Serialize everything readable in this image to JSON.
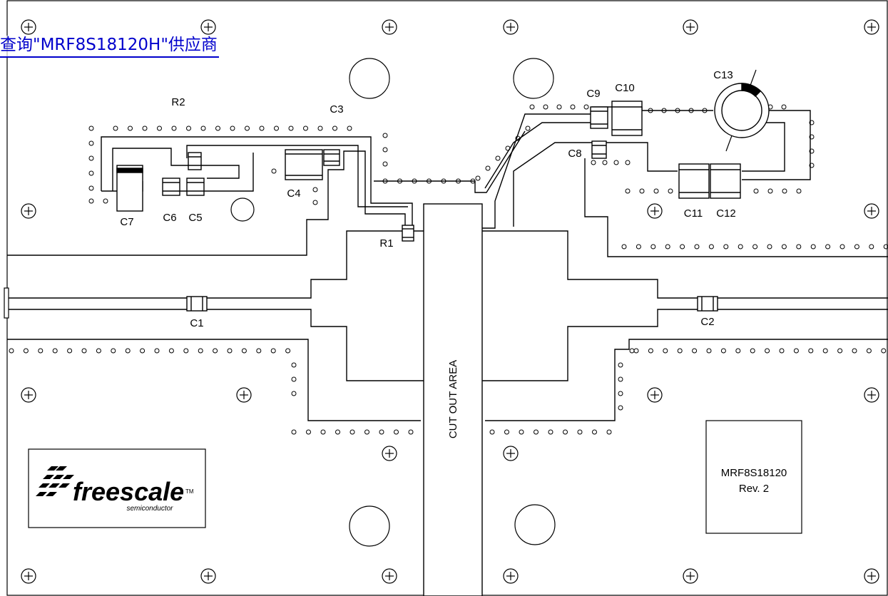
{
  "header": {
    "link_text": "查询\"MRF8S18120H\"供应商"
  },
  "components": {
    "C1": "C1",
    "C2": "C2",
    "C3": "C3",
    "C4": "C4",
    "C5": "C5",
    "C6": "C6",
    "C7": "C7",
    "C8": "C8",
    "C9": "C9",
    "C10": "C10",
    "C11": "C11",
    "C12": "C12",
    "C13": "C13",
    "R1": "R1",
    "R2": "R2"
  },
  "cutout_label": "CUT OUT AREA",
  "logo": {
    "brand": "freescale",
    "tm": "TM",
    "sub": "semiconductor"
  },
  "part_box": {
    "part": "MRF8S18120",
    "rev": "Rev. 2"
  },
  "colors": {
    "ink": "#000000",
    "paper": "#ffffff",
    "link": "#0000cc"
  },
  "icons": [
    "mounting-hole-icon",
    "via-icon",
    "freescale-logo-icon"
  ]
}
